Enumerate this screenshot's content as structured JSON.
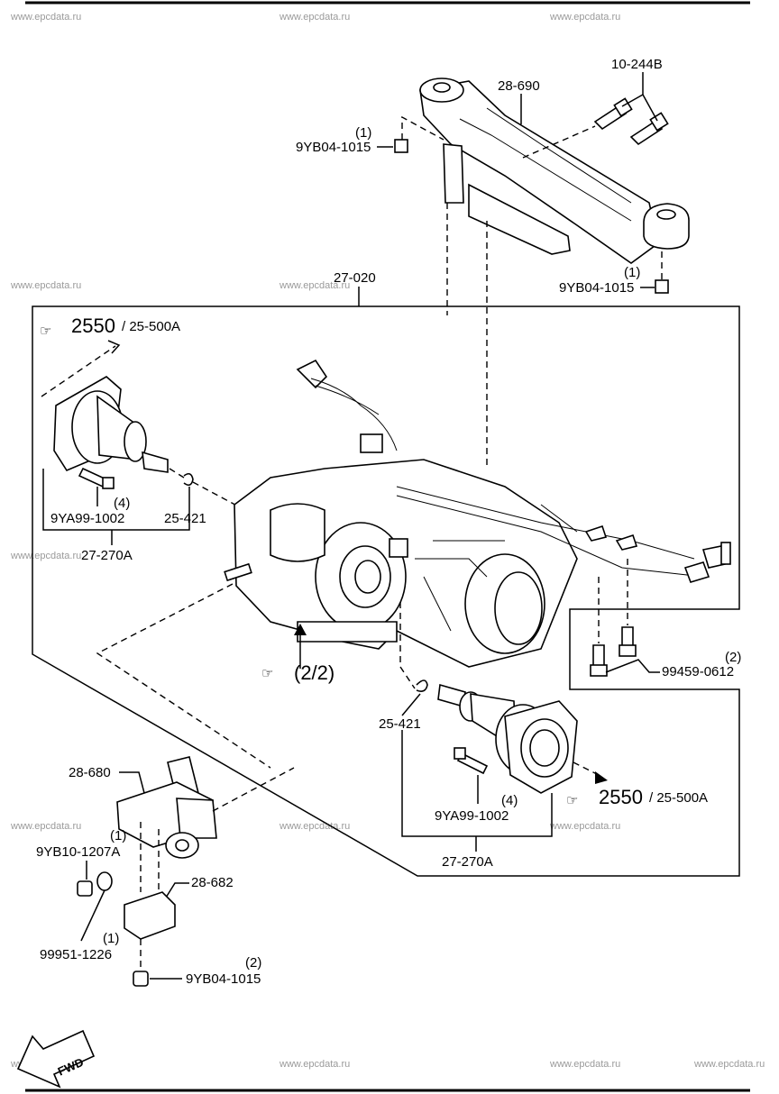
{
  "watermark": "www.epcdata.ru",
  "labels": {
    "crossmember": "28-690",
    "bolt_top": "10-244B",
    "nut_top_qty": "(1)",
    "nut_top": "9YB04-1015",
    "nut_right_qty": "(1)",
    "nut_right": "9YB04-1015",
    "assembly": "27-020",
    "ref_left_num": "2550",
    "ref_left_page": "/ 25-500A",
    "ref_mid": "(2/2)",
    "ref_right_num": "2550",
    "ref_right_page": "/ 25-500A",
    "bolt_left_qty": "(4)",
    "bolt_left": "9YA99-1002",
    "oring_left": "25-421",
    "seal_left": "27-270A",
    "bolt_rc_qty": "(2)",
    "bolt_rc": "99459-0612",
    "oring_right": "25-421",
    "bolt_right_qty": "(4)",
    "bolt_right": "9YA99-1002",
    "seal_right": "27-270A",
    "mount": "28-680",
    "nut_mount_qty": "(1)",
    "nut_mount": "9YB10-1207A",
    "bracket": "28-682",
    "washer_qty": "(1)",
    "washer": "99951-1226",
    "nut_bottom_qty": "(2)",
    "nut_bottom": "9YB04-1015",
    "fwd": "FWD"
  }
}
